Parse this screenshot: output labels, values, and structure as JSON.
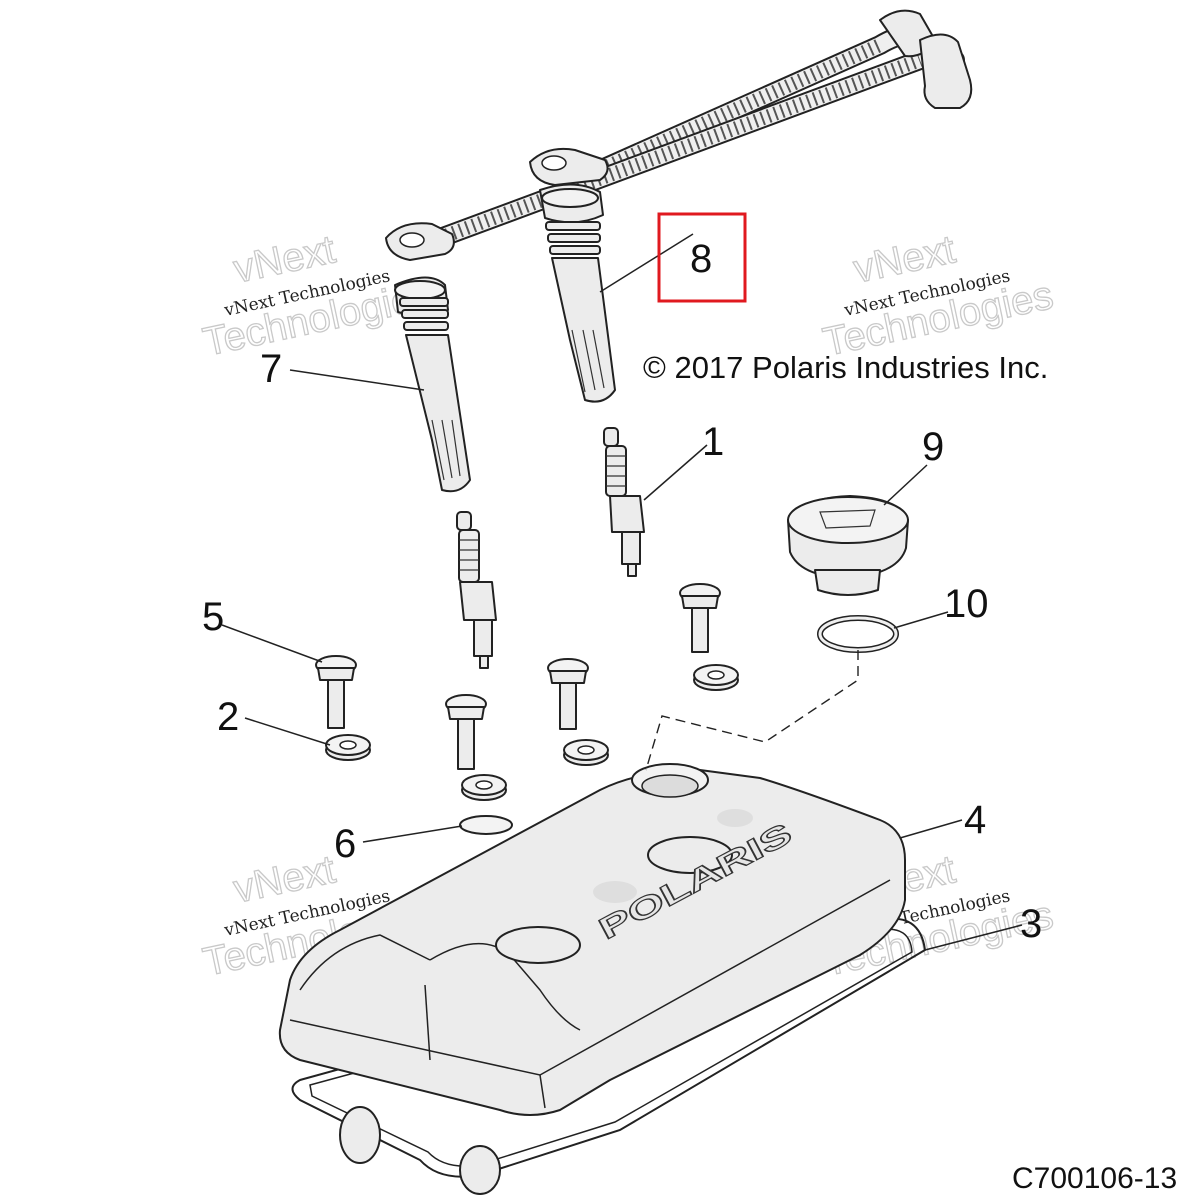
{
  "figure_id": "C700106-13",
  "copyright": "© 2017 Polaris Industries Inc.",
  "watermark": {
    "line_small": "vNext Technologies",
    "line_big_top": "vNext",
    "line_big_bottom": "Technologies"
  },
  "cover_logo": "POLARIS",
  "highlight_color": "#e0191f",
  "callouts": {
    "c1": "1",
    "c2": "2",
    "c3": "3",
    "c4": "4",
    "c5": "5",
    "c6": "6",
    "c7": "7",
    "c8": "8",
    "c9": "9",
    "c10": "10"
  },
  "highlighted_callout": "8"
}
